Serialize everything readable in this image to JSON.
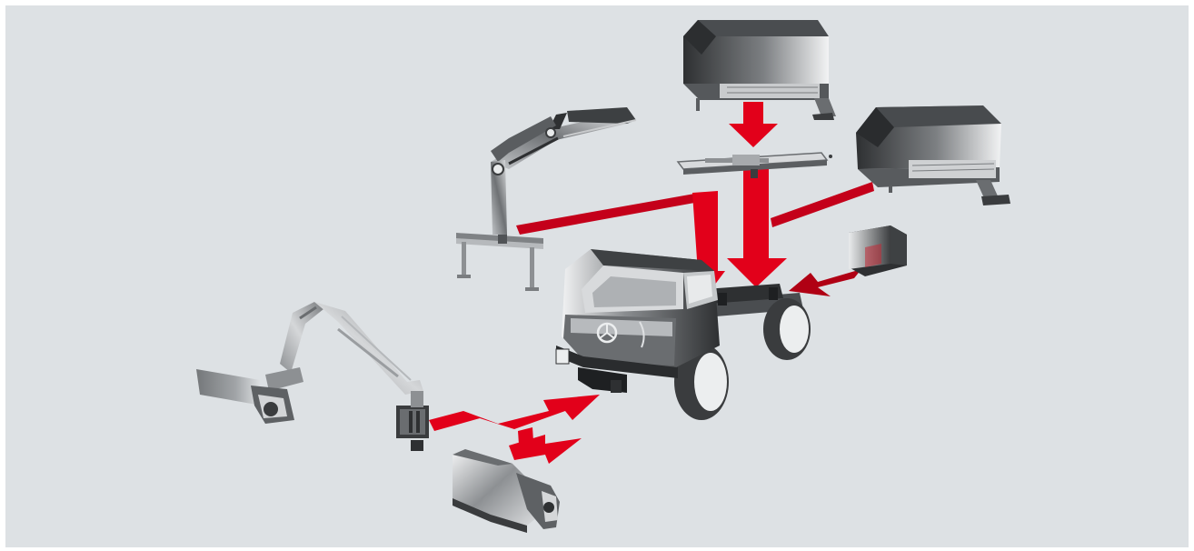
{
  "scene": {
    "background_color": "#dde1e4",
    "arrow_color": "#e2001a",
    "arrow_dark_color": "#a8000f",
    "body_dark": "#3a3c3e",
    "body_mid": "#8a8d90",
    "body_light": "#eef0f1"
  },
  "items": [
    {
      "id": "truck",
      "icon": "unimog-truck-icon",
      "role": "carrier vehicle"
    },
    {
      "id": "loader-crane",
      "icon": "loader-crane-icon"
    },
    {
      "id": "body-box",
      "icon": "dump-body-icon"
    },
    {
      "id": "mounting-frame",
      "icon": "mounting-frame-icon"
    },
    {
      "id": "sweeper-body",
      "icon": "sweeper-body-icon"
    },
    {
      "id": "ballast-box",
      "icon": "ballast-box-icon"
    },
    {
      "id": "mowing-arm",
      "icon": "mowing-boom-icon"
    },
    {
      "id": "snow-plough",
      "icon": "snow-plough-icon"
    }
  ]
}
